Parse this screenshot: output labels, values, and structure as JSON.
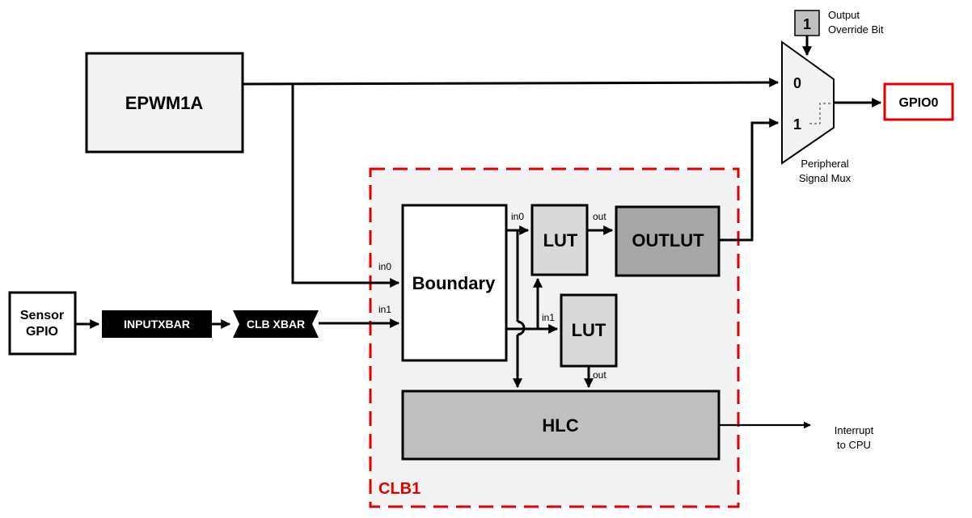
{
  "blocks": {
    "epwm": "EPWM1A",
    "sensor_line1": "Sensor",
    "sensor_line2": "GPIO",
    "inputxbar": "INPUTXBAR",
    "clbxbar": "CLB XBAR",
    "boundary": "Boundary",
    "lut_top": "LUT",
    "lut_bottom": "LUT",
    "outlut": "OUTLUT",
    "hlc": "HLC",
    "gpio0": "GPIO0",
    "clb": "CLB1",
    "override_value": "1"
  },
  "ports": {
    "boundary_in0": "in0",
    "boundary_in1": "in1",
    "lut_top_in0": "in0",
    "lut_top_out": "out",
    "lut_bottom_in1": "in1",
    "lut_bottom_out": "out",
    "mux_in0": "0",
    "mux_in1": "1"
  },
  "labels": {
    "override_line1": "Output",
    "override_line2": "Override Bit",
    "mux_line1": "Peripheral",
    "mux_line2": "Signal Mux",
    "interrupt_line1": "Interrupt",
    "interrupt_line2": "to CPU"
  },
  "colors": {
    "clb_border": "#e00000",
    "clb_fill": "#f2f2f2",
    "gpio_border": "#e00000",
    "block_light": "#f2f2f2",
    "lut_fill": "#d9d9d9",
    "outlut_fill": "#a6a6a6",
    "hlc_fill": "#bfbfbf",
    "xbar_fill": "#000000",
    "override_fill": "#bfbfbf"
  }
}
